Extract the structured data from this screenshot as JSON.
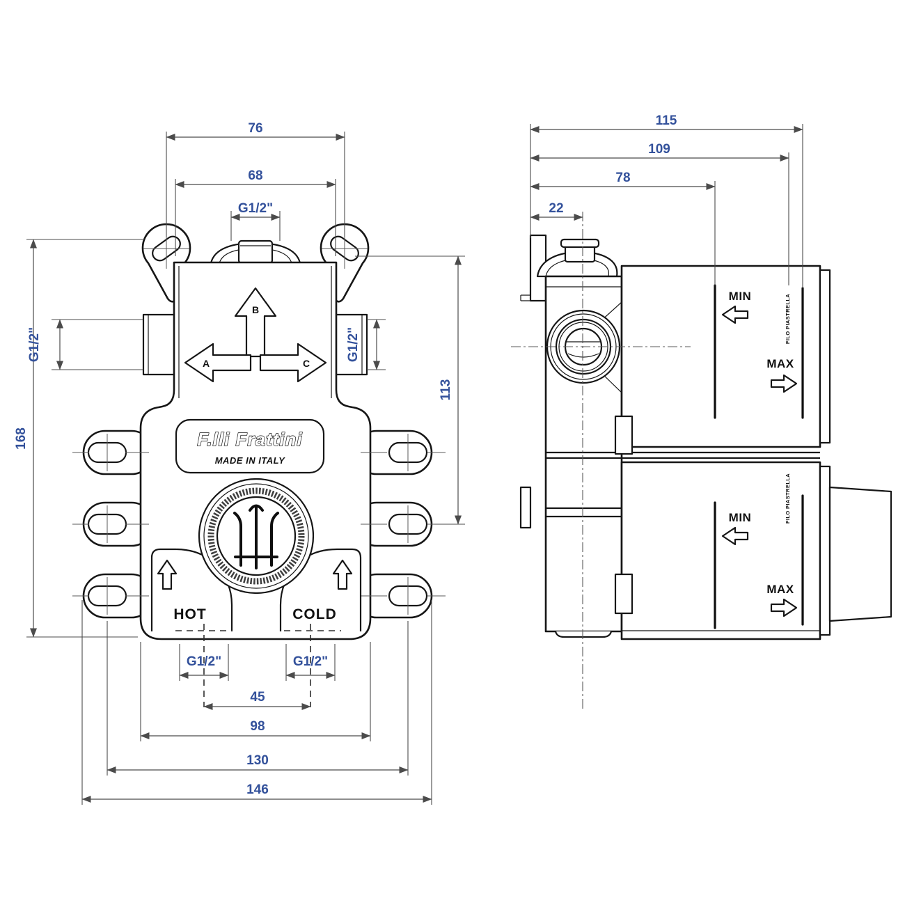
{
  "meta": {
    "background": "#ffffff",
    "line_color": "#161616",
    "dimension_color": "#33519b"
  },
  "front_view": {
    "brand": {
      "name": "F.lli Frattini",
      "origin": "MADE IN ITALY"
    },
    "ports": {
      "top": "B",
      "left": "A",
      "right": "C",
      "hot": "HOT",
      "cold": "COLD"
    },
    "dims": {
      "top_outer": "76",
      "top_inner": "68",
      "top_port": "G1/2\"",
      "left_port": "G1/2\"",
      "right_port": "G1/2\"",
      "overall_height": "168",
      "right_span": "113",
      "hot_port": "G1/2\"",
      "cold_port": "G1/2\"",
      "port_spacing": "45",
      "body_width": "98",
      "tab_span": "130",
      "overall_width": "146"
    }
  },
  "side_view": {
    "dims": {
      "overall_depth": "115",
      "max_depth": "109",
      "min_depth": "78",
      "flange_offset": "22"
    },
    "upper_cover": {
      "min_label": "MIN",
      "max_label": "MAX",
      "note": "FILO PIASTRELLA"
    },
    "lower_cover": {
      "min_label": "MIN",
      "max_label": "MAX",
      "note": "FILO PIASTRELLA"
    }
  }
}
